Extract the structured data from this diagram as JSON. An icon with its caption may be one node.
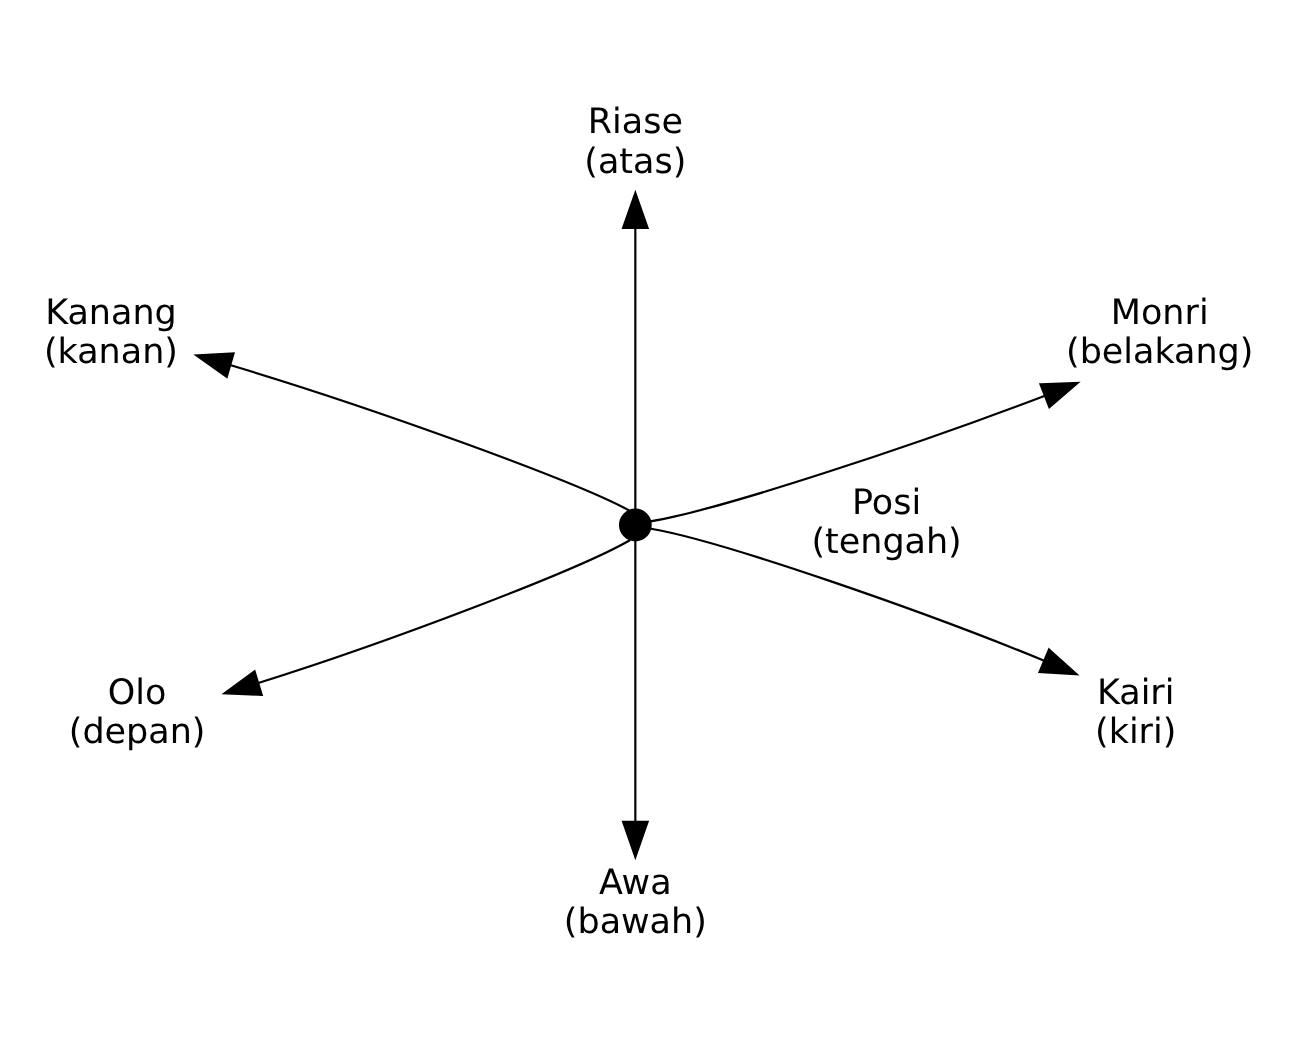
{
  "diagram": {
    "nodes": [
      {
        "text": [
          "Riase",
          "(atas)"
        ]
      },
      {
        "text": [
          "Kanang",
          "(kanan)"
        ]
      },
      {
        "text": [
          "Monri",
          "(belakang)"
        ]
      },
      {
        "text": [],
        "shape": "circle",
        "beside": [
          "Posi",
          "(tengah)"
        ]
      },
      {
        "text": [
          "Olo",
          "(depan)"
        ]
      },
      {
        "text": [
          "Kairi",
          "(kiri)"
        ]
      },
      {
        "text": [
          "Awa",
          "(bawah)"
        ]
      }
    ],
    "edges": [
      {
        "from": 3,
        "to": 0,
        "arrow": "to"
      },
      {
        "from": 3,
        "to": 1,
        "arrow": "to"
      },
      {
        "from": 3,
        "to": 2,
        "arrow": "to"
      },
      {
        "from": 3,
        "to": 4,
        "arrow": "to"
      },
      {
        "from": 3,
        "to": 5,
        "arrow": "to"
      },
      {
        "from": 3,
        "to": 6,
        "arrow": "to"
      }
    ]
  }
}
